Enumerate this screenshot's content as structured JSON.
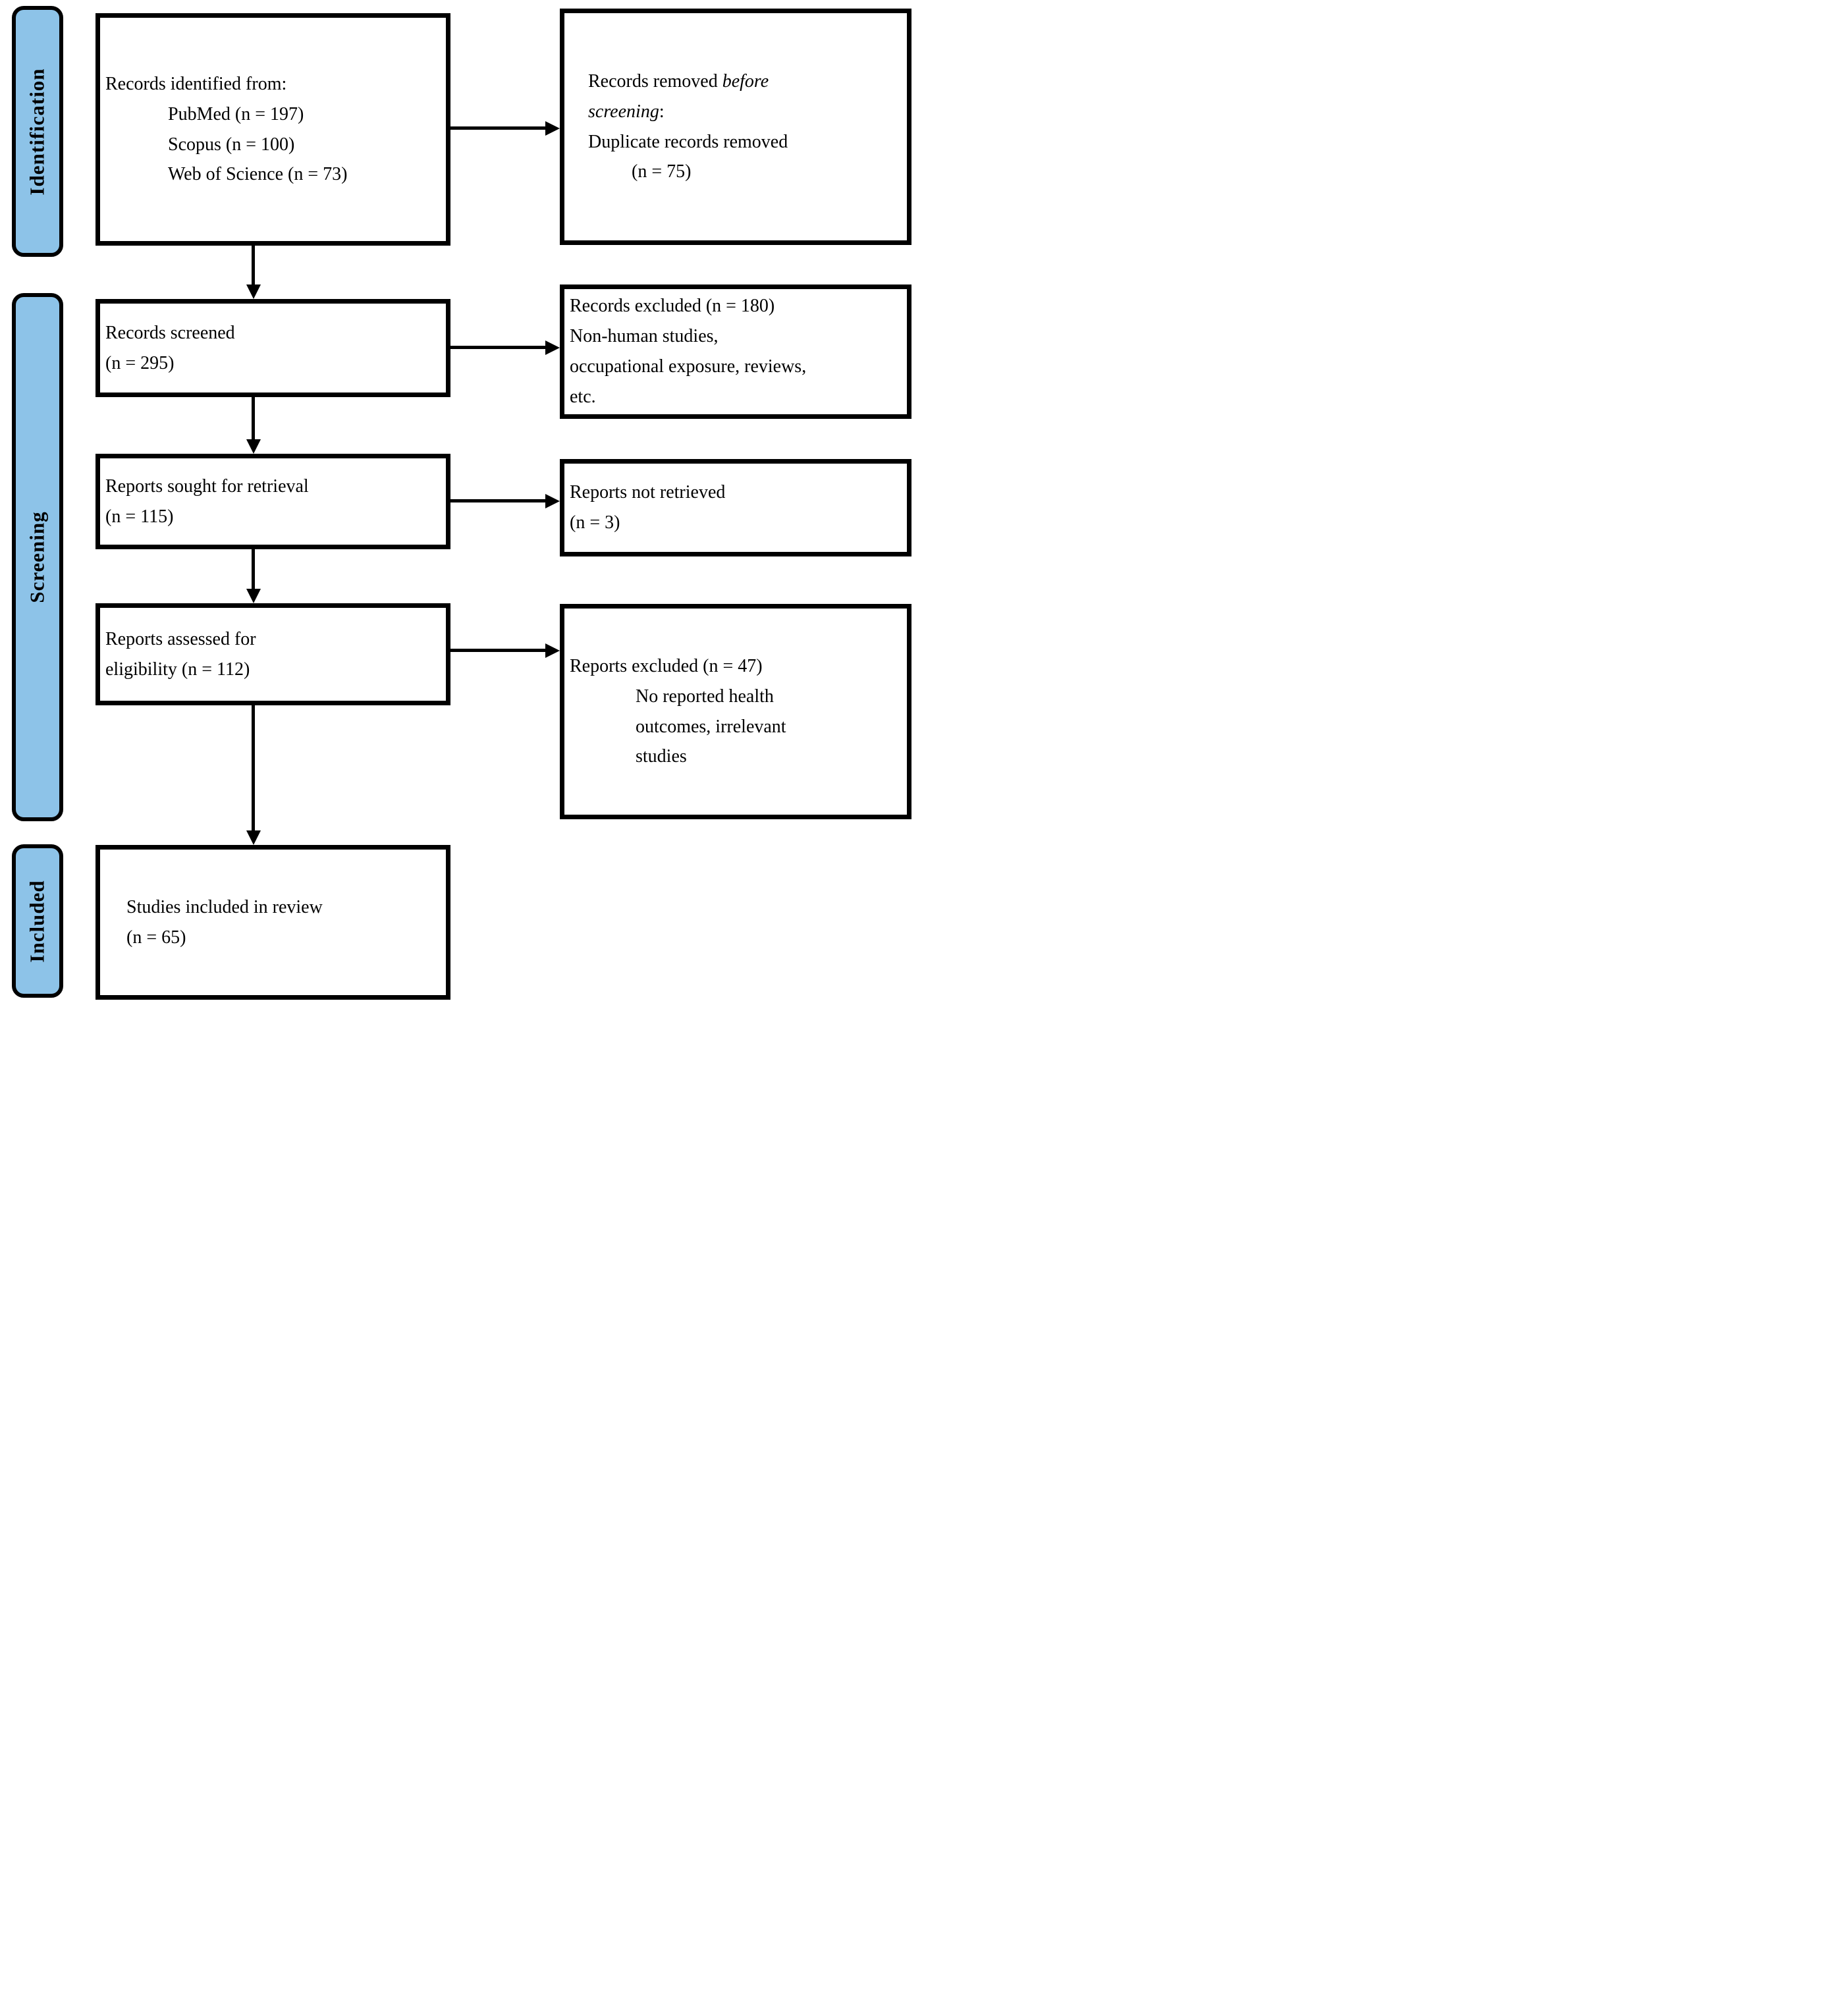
{
  "meta": {
    "figure_type": "PRISMA flow diagram",
    "colors": {
      "stage_fill": "#8DC3E8",
      "border": "#000000",
      "background": "#FFFFFF"
    }
  },
  "sidebar": {
    "identification": "Identification",
    "screening": "Screening",
    "included": "Included"
  },
  "boxes": {
    "identified": {
      "title": "Records identified from:",
      "items": [
        "PubMed (n = 197)",
        "Scopus (n = 100)",
        "Web of Science (n = 73)"
      ]
    },
    "removed": {
      "line1_regular": "Records removed ",
      "line1_italic": "before",
      "line2_italic": "screening",
      "line2_regular": ":",
      "line3": "Duplicate records removed",
      "line4": "(n = 75)"
    },
    "screened": {
      "line1": "Records screened",
      "line2": "(n = 295)"
    },
    "excluded_records": {
      "line1": "Records excluded (n = 180)",
      "line2": "Non-human studies,",
      "line3": "occupational exposure, reviews,",
      "line4": "etc."
    },
    "sought": {
      "line1": "Reports sought for retrieval",
      "line2": "(n = 115)"
    },
    "not_retrieved": {
      "line1": "Reports not retrieved",
      "line2": "(n = 3)"
    },
    "assessed": {
      "line1": "Reports assessed for",
      "line2": "eligibility (n = 112)"
    },
    "excluded_reports": {
      "line1": "Reports excluded (n = 47)",
      "items": [
        "No reported health",
        "outcomes, irrelevant",
        "studies"
      ]
    },
    "included_studies": {
      "line1": "Studies included in review",
      "line2": "(n = 65)"
    }
  }
}
